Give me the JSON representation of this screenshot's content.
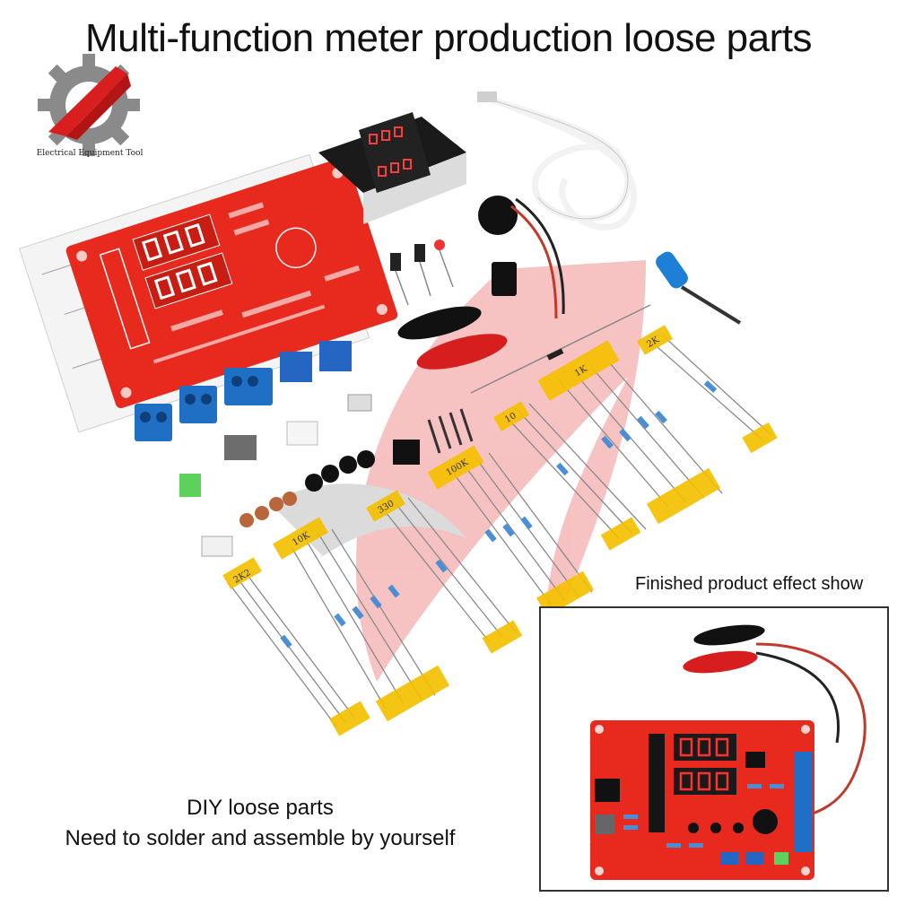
{
  "header": {
    "title": "Multi-function meter production loose parts"
  },
  "logo": {
    "caption": "Electrical Equipment Tool",
    "icon": "gear-wrench-logo-icon",
    "colors": {
      "gear": "#8a8a8a",
      "swoosh": "#d81e1e"
    }
  },
  "kit": {
    "pcb_color": "#e8291e",
    "terminal_color": "#1f6fc4",
    "resistor_labels": [
      "2K",
      "1K",
      "10",
      "100K",
      "330",
      "10K",
      "2K2"
    ]
  },
  "finished": {
    "label": "Finished product effect show"
  },
  "diy": {
    "line1": "DIY loose parts",
    "line2": "Need to solder and assemble by yourself"
  }
}
